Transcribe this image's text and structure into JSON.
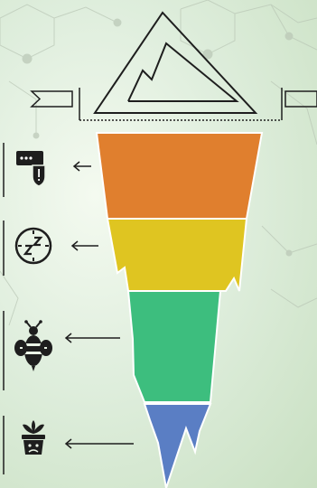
{
  "colors": {
    "layer_top": "#E07F2E",
    "layer_second": "#DFC521",
    "layer_third": "#3DBE7E",
    "layer_bottom": "#5A7EC4",
    "outline": "#1e1e1e",
    "background_lines": "#b7c4b3"
  },
  "layers": [
    {
      "icon": "server-shield-icon",
      "color_key": "layer_top"
    },
    {
      "icon": "sleep-clock-icon",
      "color_key": "layer_second"
    },
    {
      "icon": "bee-icon",
      "color_key": "layer_third"
    },
    {
      "icon": "sad-plant-pot-icon",
      "color_key": "layer_bottom"
    }
  ],
  "header_icon": "mountain-peak-icon"
}
